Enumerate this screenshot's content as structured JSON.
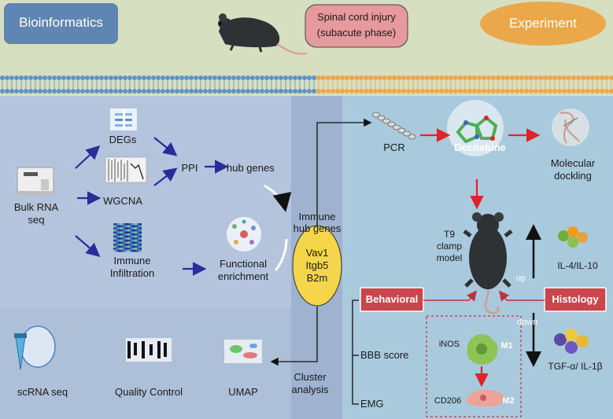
{
  "header": {
    "bioinformatics_label": "Bioinformatics",
    "experiment_label": "Experiment",
    "condition_line1": "Spinal cord injury",
    "condition_line2": "(subacute phase)"
  },
  "bioinformatics": {
    "bulk_rna_line1": "Bulk RNA",
    "bulk_rna_line2": "seq",
    "degs": "DEGs",
    "wgcna": "WGCNA",
    "ppi": "PPI",
    "hub_genes": "hub genes",
    "immune_infiltration_line1": "Immune",
    "immune_infiltration_line2": "Infiltration",
    "functional_enrichment_line1": "Functional",
    "functional_enrichment_line2": "enrichment",
    "scrna_seq": "scRNA seq",
    "quality_control": "Quality Control",
    "umap": "UMAP"
  },
  "center": {
    "immune_hub_genes_line1": "Immune",
    "immune_hub_genes_line2": "hub genes",
    "genes": [
      "Vav1",
      "Itgb5",
      "B2m"
    ],
    "cluster_analysis_line1": "Cluster",
    "cluster_analysis_line2": "analysis"
  },
  "experiment": {
    "pcr": "PCR",
    "decitabine": "Decitabine",
    "molecular_docking_line1": "Molecular",
    "molecular_docking_line2": "dockling",
    "model_line1": "T9",
    "model_line2": "clamp",
    "model_line3": "model",
    "up_label": "up",
    "down_label": "down",
    "il_label": "IL-4/IL-10",
    "tgf_label": "TGF-α/ IL-1β",
    "behavioral": "Behavioral",
    "histology": "Histology",
    "bbb_score": "BBB score",
    "emg": "EMG",
    "inos": "iNOS",
    "m1": "M1",
    "cd206": "CD206",
    "m2": "M2"
  },
  "colors": {
    "header_bg": "#d6dfc0",
    "left_panel_bg": "#b3c3dc",
    "center_panel_bg": "#9fb3cf",
    "right_panel_bg": "#a8c8dc",
    "bioinformatics_tag": "#5f86b3",
    "experiment_tag": "#eba84a",
    "condition_box": "#e79a9e",
    "behavioral_tag": "#c9474c",
    "arrow_blue": "#2b2b9a",
    "arrow_red": "#e2232b",
    "gene_circle": "#f5d64a",
    "membrane_left": "#5f93c6",
    "membrane_right": "#f1a54b"
  }
}
